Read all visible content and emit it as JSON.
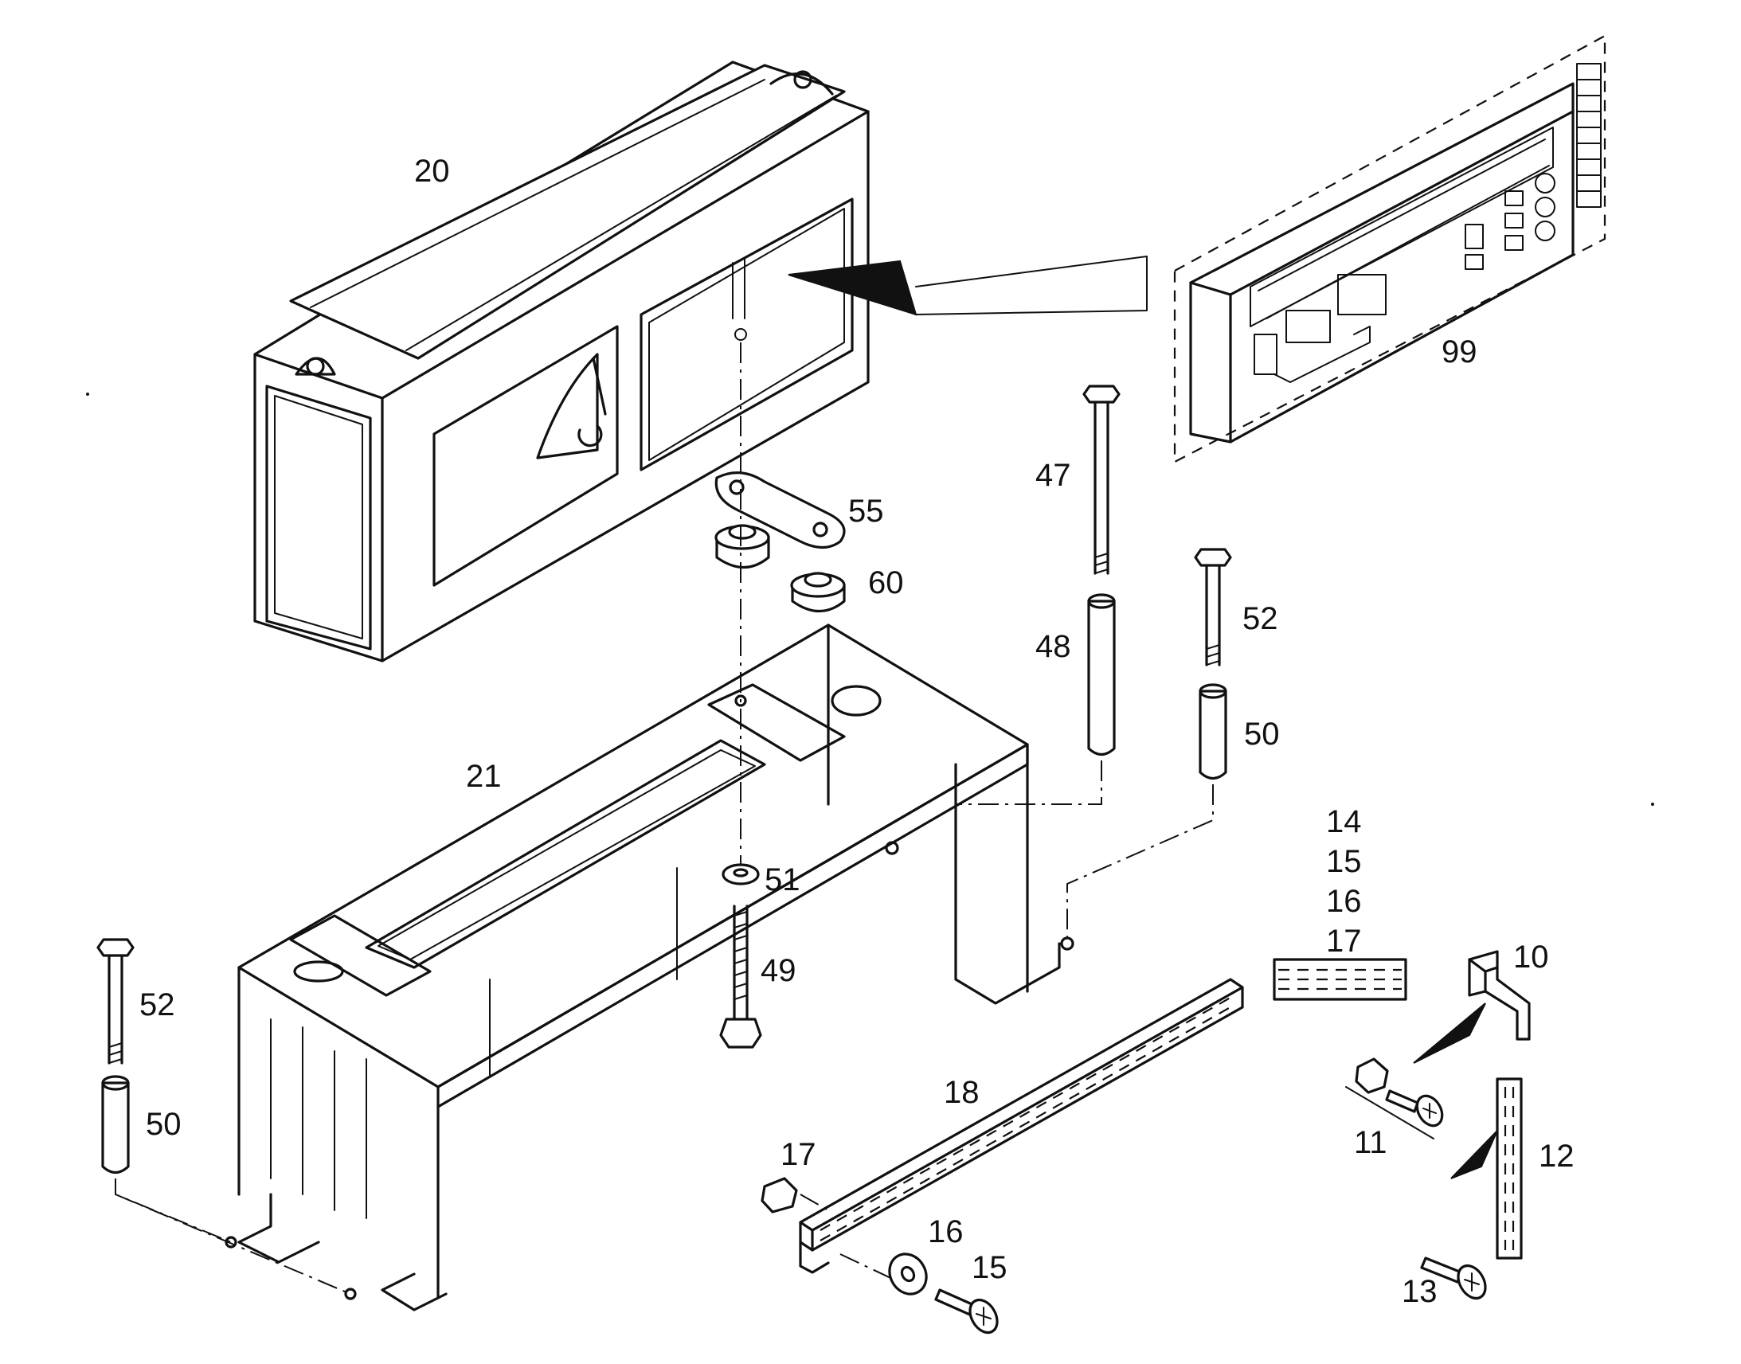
{
  "callouts": {
    "c20": "20",
    "c21": "21",
    "c99": "99",
    "c47": "47",
    "c48": "48",
    "c52a": "52",
    "c50a": "50",
    "c55": "55",
    "c60": "60",
    "c51": "51",
    "c49": "49",
    "c52b": "52",
    "c50b": "50",
    "c14": "14",
    "c15a": "15",
    "c16a": "16",
    "c17a": "17",
    "c10": "10",
    "c11": "11",
    "c12": "12",
    "c13": "13",
    "c18": "18",
    "c17b": "17",
    "c16b": "16",
    "c15b": "15"
  }
}
